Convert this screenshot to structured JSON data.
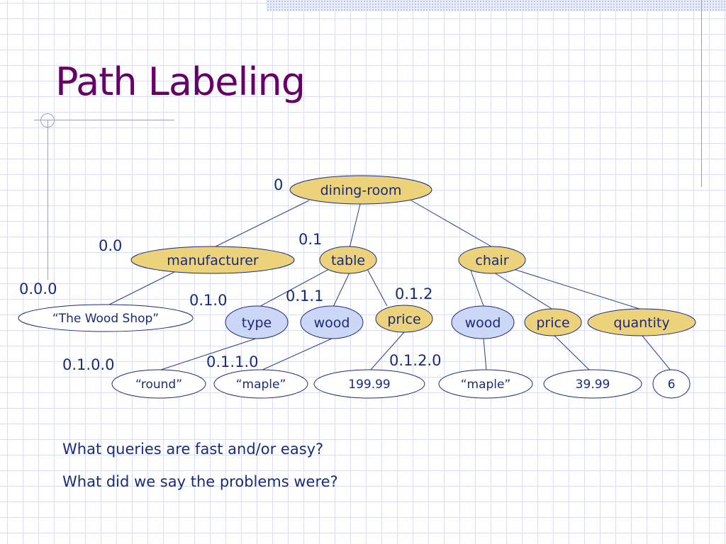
{
  "title": "Path Labeling",
  "tree": {
    "root": {
      "label": "dining-room",
      "path": "0"
    },
    "manufacturer": {
      "label": "manufacturer",
      "path": "0.0"
    },
    "table": {
      "label": "table",
      "path": "0.1"
    },
    "chair": {
      "label": "chair",
      "path": ""
    },
    "wood_shop": {
      "label": "“The Wood Shop”",
      "path": "0.0.0"
    },
    "type": {
      "label": "type",
      "path": "0.1.0"
    },
    "table_wood": {
      "label": "wood",
      "path": "0.1.1"
    },
    "table_price": {
      "label": "price",
      "path": "0.1.2"
    },
    "chair_wood": {
      "label": "wood",
      "path": ""
    },
    "chair_price": {
      "label": "price",
      "path": ""
    },
    "quantity": {
      "label": "quantity",
      "path": ""
    },
    "round": {
      "label": "“round”",
      "path": "0.1.0.0"
    },
    "maple1": {
      "label": "“maple”",
      "path": "0.1.1.0"
    },
    "price_val1": {
      "label": "199.99",
      "path": "0.1.2.0"
    },
    "maple2": {
      "label": "“maple”",
      "path": ""
    },
    "price_val2": {
      "label": "39.99",
      "path": ""
    },
    "quantity_val": {
      "label": "6",
      "path": ""
    }
  },
  "questions": [
    "What queries are fast and/or easy?",
    "What did we say the problems were?"
  ],
  "colors": {
    "title": "#660066",
    "text": "#1b2a7a",
    "gold_fill": "#ecd27a",
    "blue_fill": "#ccd6f6",
    "white_fill": "#ffffff",
    "stroke": "#1b2a7a",
    "edge": "#2a3a8a"
  }
}
